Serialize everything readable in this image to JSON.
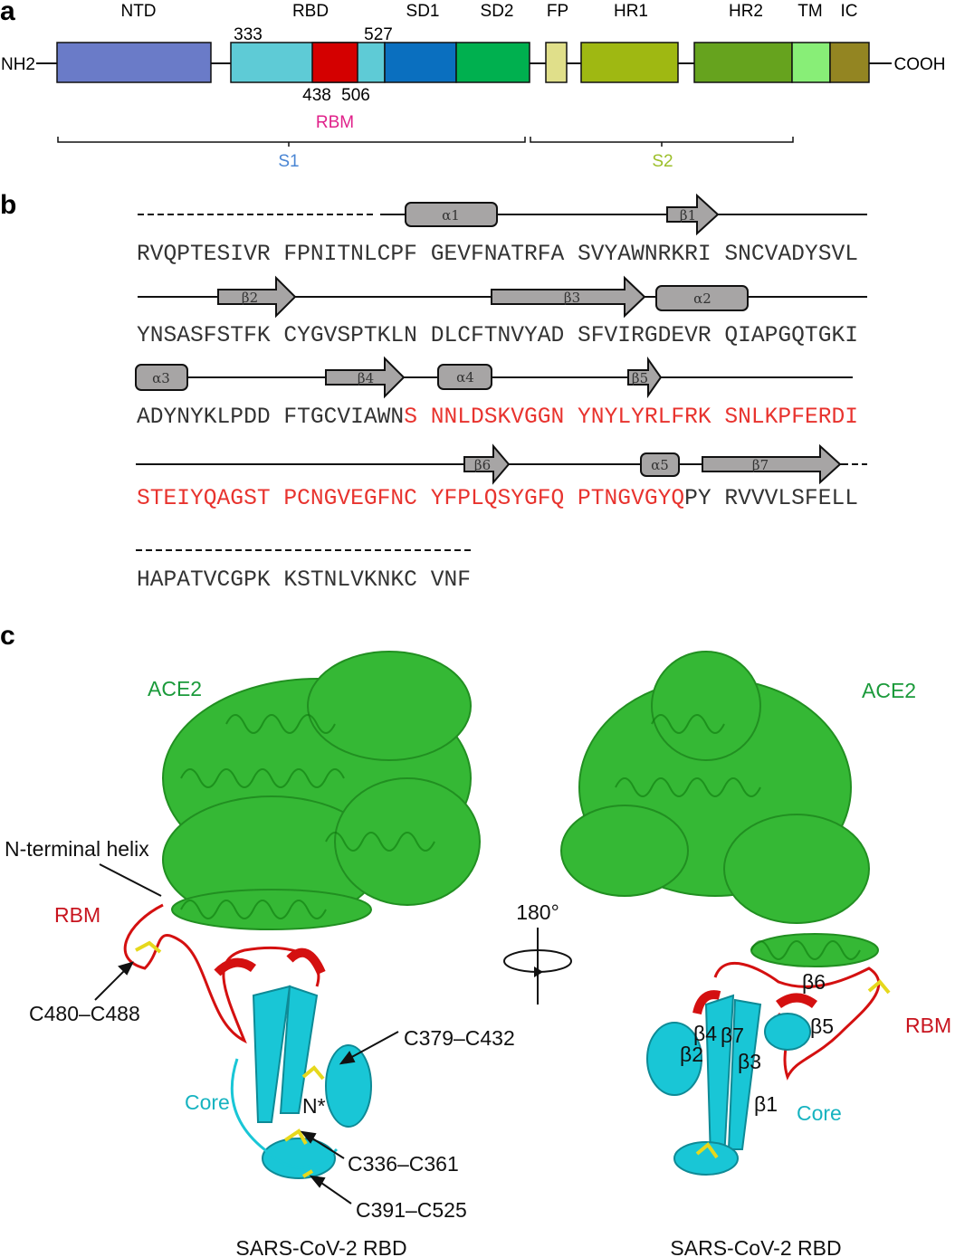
{
  "panel_labels": {
    "a": "a",
    "b": "b",
    "c": "c"
  },
  "panel_a": {
    "n_terminus": "NH2",
    "c_terminus": "COOH",
    "domains": [
      {
        "label": "NTD",
        "color": "#6a7bc8"
      },
      {
        "label": "RBD",
        "color": "#5ecbd6"
      },
      {
        "label": "SD1",
        "color": "#0a6fbf"
      },
      {
        "label": "SD2",
        "color": "#00b04f"
      },
      {
        "label": "FP",
        "color": "#e0df8a"
      },
      {
        "label": "HR1",
        "color": "#9fb812"
      },
      {
        "label": "HR2",
        "color": "#66a31e"
      },
      {
        "label": "TM",
        "color": "#88ee77"
      },
      {
        "label": "IC",
        "color": "#938522"
      }
    ],
    "rbm_color": "#d40000",
    "positions": {
      "p333": "333",
      "p527": "527",
      "p438": "438",
      "p506": "506"
    },
    "rbm_label": "RBM",
    "rbm_label_color": "#e0218a",
    "s1_label": "S1",
    "s1_color": "#4a86d4",
    "s2_label": "S2",
    "s2_color": "#9cbf2a"
  },
  "panel_b": {
    "rows": [
      {
        "black": "RVQPTESIVR FPNITNLCPF GEVFNATRFA SVYAWNRKRI SNCVADYSVL",
        "red": ""
      },
      {
        "black": "YNSASFSTFK CYGVSPTKLN DLCFTNVYAD SFVIRGDEVR QIAPGQTGKI",
        "red": ""
      },
      {
        "black": "ADYNYKLPDD FTGCVIAWN",
        "red": "S NNLDSKVGGN YNYLYRLFRK SNLKPFERDI"
      },
      {
        "red": "STEIYQAGST PCNGVEGFNC YFPLQSYGFQ PTNGVGYQ",
        "black": "PY RVVVLSFELL"
      },
      {
        "black": "HAPATVCGPK KSTNLVKNKC VNF",
        "red": ""
      }
    ],
    "red_color": "#e8332e",
    "elements": {
      "a1": "α1",
      "b1": "β1",
      "b2": "β2",
      "b3": "β3",
      "a2": "α2",
      "a3": "α3",
      "b4": "β4",
      "a4": "α4",
      "b5": "β5",
      "b6": "β6",
      "a5": "α5",
      "b7": "β7"
    }
  },
  "panel_c": {
    "ace2_left": "ACE2",
    "ace2_right": "ACE2",
    "n_terminal_helix": "N-terminal helix",
    "rbm_left": "RBM",
    "rbm_right": "RBM",
    "c480": "C480–C488",
    "c379": "C379–C432",
    "c336": "C336–C361",
    "c391": "C391–C525",
    "core_left": "Core",
    "core_right": "Core",
    "n_star": "N*",
    "rotation": "180°",
    "strands": {
      "b6": "β6",
      "b5": "β5",
      "b4": "β4",
      "b7": "β7",
      "b2": "β2",
      "b3": "β3",
      "b1": "β1"
    },
    "caption_left": "SARS-CoV-2 RBD",
    "caption_right": "SARS-CoV-2 RBD",
    "colors": {
      "ace2": "#22aa22",
      "core": "#19c6d6",
      "rbm": "#d41010",
      "disulfide": "#e6d81c",
      "green_text": "#1a9a3a",
      "red_text": "#c8141e",
      "cyan_text": "#16b3c0"
    }
  }
}
